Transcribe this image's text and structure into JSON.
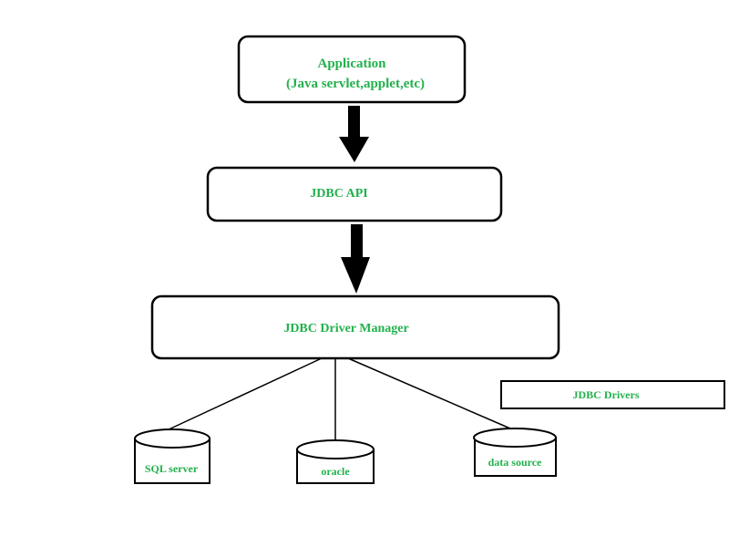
{
  "colors": {
    "text": "#22b14c",
    "stroke": "#000000",
    "background": "#ffffff"
  },
  "boxes": {
    "application": {
      "line1": "Application",
      "line2": "(Java servlet,applet,etc)"
    },
    "jdbc_api": {
      "label": "JDBC  API"
    },
    "driver_manager": {
      "label": "JDBC Driver Manager"
    },
    "jdbc_drivers": {
      "label": "JDBC Drivers"
    }
  },
  "databases": [
    {
      "label": "SQL server"
    },
    {
      "label": "oracle"
    },
    {
      "label": "data source"
    }
  ]
}
